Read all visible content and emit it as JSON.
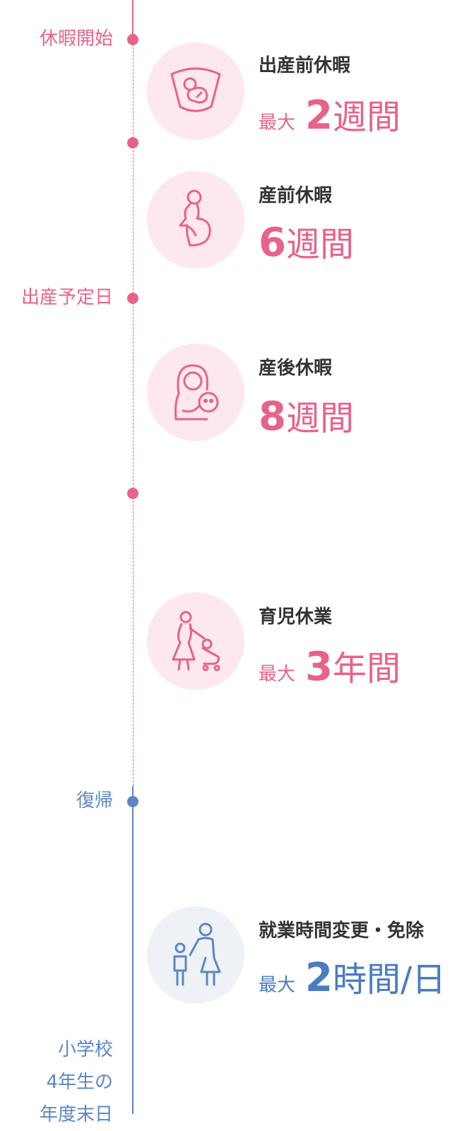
{
  "timeline": {
    "start_label": "休暇開始",
    "due_label": "出産予定日",
    "return_label": "復帰",
    "end_label_lines": [
      "小学校",
      "4年生の",
      "年度末日"
    ]
  },
  "items": [
    {
      "title": "出産前休暇",
      "prefix": "最大",
      "number": "2",
      "unit": "週間",
      "icon": "ultrasound-baby-icon"
    },
    {
      "title": "産前休暇",
      "prefix": "",
      "number": "6",
      "unit": "週間",
      "icon": "pregnant-woman-icon"
    },
    {
      "title": "産後休暇",
      "prefix": "",
      "number": "8",
      "unit": "週間",
      "icon": "mother-holding-baby-icon"
    },
    {
      "title": "育児休業",
      "prefix": "最大",
      "number": "3",
      "unit": "年間",
      "icon": "mother-with-stroller-icon"
    },
    {
      "title": "就業時間変更・免除",
      "prefix": "最大",
      "number": "2",
      "unit": "時間/日",
      "icon": "parent-and-child-icon"
    }
  ],
  "colors": {
    "pink": "#e8628a",
    "blue": "#5b87c5",
    "pink_bg": "#fde8ee",
    "blue_bg": "#eef2f7"
  }
}
